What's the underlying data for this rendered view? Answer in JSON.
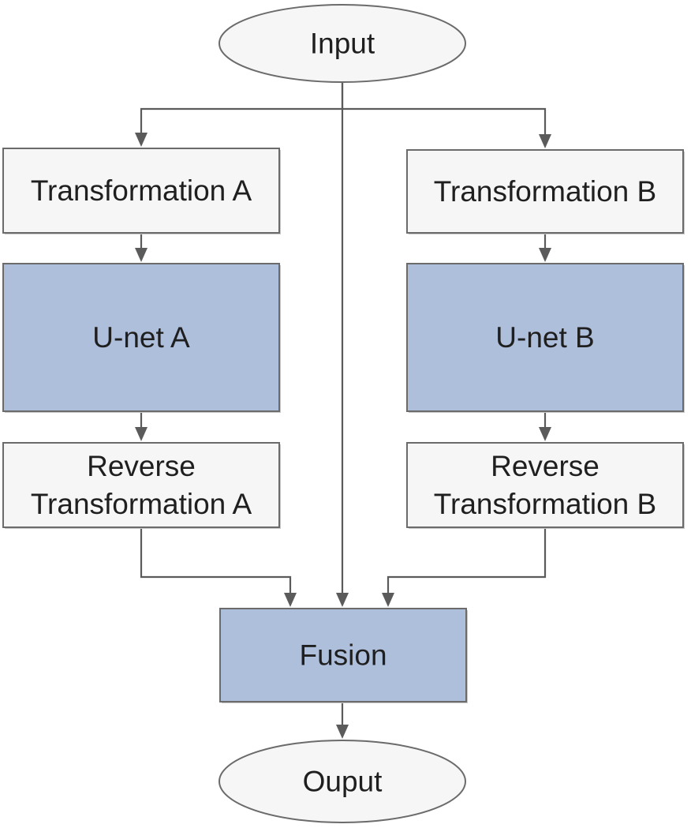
{
  "colors": {
    "plain_fill": "#f6f6f6",
    "accent_fill": "#aebfdc",
    "stroke": "#6b6b6b",
    "edge": "#5b5b5b",
    "text": "#1f1f1f"
  },
  "nodes": {
    "input": {
      "lines": [
        "Input"
      ],
      "shape": "ellipse"
    },
    "transformation_a": {
      "lines": [
        "Transformation A"
      ],
      "shape": "rect",
      "style": "plain"
    },
    "transformation_b": {
      "lines": [
        "Transformation B"
      ],
      "shape": "rect",
      "style": "plain"
    },
    "unet_a": {
      "lines": [
        "U-net A"
      ],
      "shape": "rect",
      "style": "accent"
    },
    "unet_b": {
      "lines": [
        "U-net B"
      ],
      "shape": "rect",
      "style": "accent"
    },
    "reverse_a": {
      "lines": [
        "Reverse",
        "Transformation A"
      ],
      "shape": "rect",
      "style": "plain"
    },
    "reverse_b": {
      "lines": [
        "Reverse",
        "Transformation B"
      ],
      "shape": "rect",
      "style": "plain"
    },
    "fusion": {
      "lines": [
        "Fusion"
      ],
      "shape": "rect",
      "style": "accent"
    },
    "output": {
      "lines": [
        "Ouput"
      ],
      "shape": "ellipse"
    }
  },
  "edges": [
    {
      "from": "input",
      "to": "transformation_a"
    },
    {
      "from": "input",
      "to": "transformation_b"
    },
    {
      "from": "input",
      "to": "fusion"
    },
    {
      "from": "transformation_a",
      "to": "unet_a"
    },
    {
      "from": "transformation_b",
      "to": "unet_b"
    },
    {
      "from": "unet_a",
      "to": "reverse_a"
    },
    {
      "from": "unet_b",
      "to": "reverse_b"
    },
    {
      "from": "reverse_a",
      "to": "fusion"
    },
    {
      "from": "reverse_b",
      "to": "fusion"
    },
    {
      "from": "fusion",
      "to": "output"
    }
  ]
}
